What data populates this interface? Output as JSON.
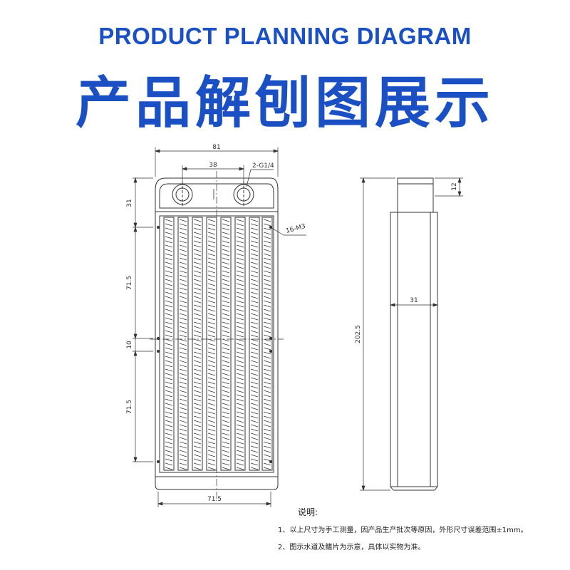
{
  "header": {
    "title_en": "PRODUCT PLANNING DIAGRAM",
    "title_cn": "产品解刨图展示"
  },
  "dimensions": {
    "overall_width": "81",
    "port_spacing": "38",
    "port_thread": "2-G1/4",
    "top_height": "31",
    "screw_spec": "16-M3",
    "hole_pitch_upper": "71.5",
    "hole_gap": "10",
    "hole_pitch_lower": "71.5",
    "bottom_hole_span": "71.5",
    "port_height": "12",
    "thickness": "31",
    "overall_length": "202.5"
  },
  "notes": {
    "title": "说明:",
    "line1": "1、以上尺寸为手工测量，因产品生产批次等原因，外形尺寸误差范围±1mm。",
    "line2": "2、图示水道及鳍片为示意，具体以实物为准。"
  },
  "colors": {
    "accent": "#1a50c4",
    "line": "#333333"
  }
}
